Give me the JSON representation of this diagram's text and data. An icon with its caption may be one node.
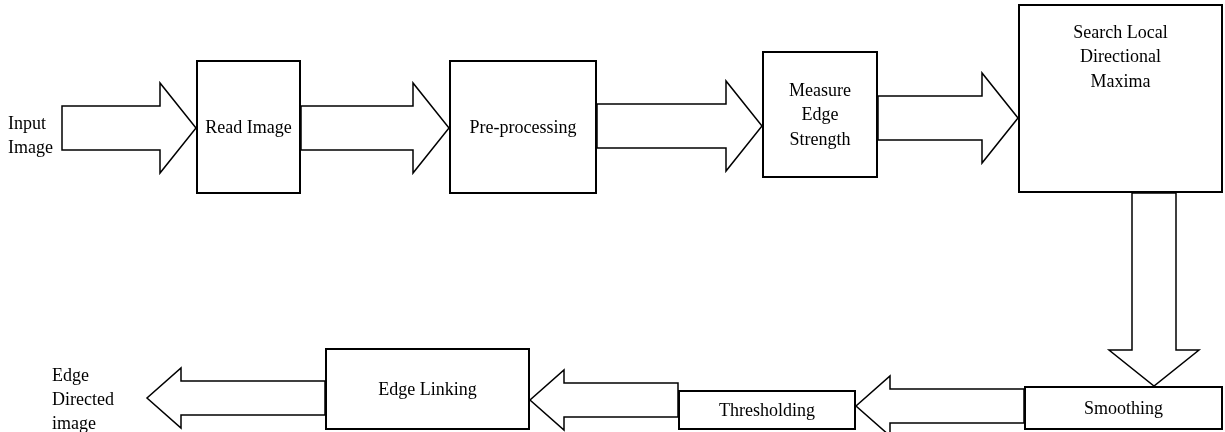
{
  "diagram": {
    "nodes": [
      {
        "text": [
          "Input Image"
        ]
      },
      {
        "text": [
          "Read Image"
        ]
      },
      {
        "text": [
          "Pre-processing"
        ]
      },
      {
        "text": [
          "Measure Edge Strength"
        ]
      },
      {
        "text": [
          "Search Local Directional Maxima"
        ]
      },
      {
        "text": [
          "Smoothing"
        ]
      },
      {
        "text": [
          "Thresholding"
        ]
      },
      {
        "text": [
          "Edge Linking"
        ]
      },
      {
        "text": [
          "Edge Directed image"
        ]
      }
    ],
    "edges": [
      {
        "from": 0,
        "to": 1,
        "arrow": "to"
      },
      {
        "from": 1,
        "to": 2,
        "arrow": "to"
      },
      {
        "from": 2,
        "to": 3,
        "arrow": "to"
      },
      {
        "from": 3,
        "to": 4,
        "arrow": "to"
      },
      {
        "from": 4,
        "to": 5,
        "arrow": "to"
      },
      {
        "from": 5,
        "to": 6,
        "arrow": "to"
      },
      {
        "from": 6,
        "to": 7,
        "arrow": "to"
      },
      {
        "from": 7,
        "to": 8,
        "arrow": "to"
      }
    ]
  }
}
